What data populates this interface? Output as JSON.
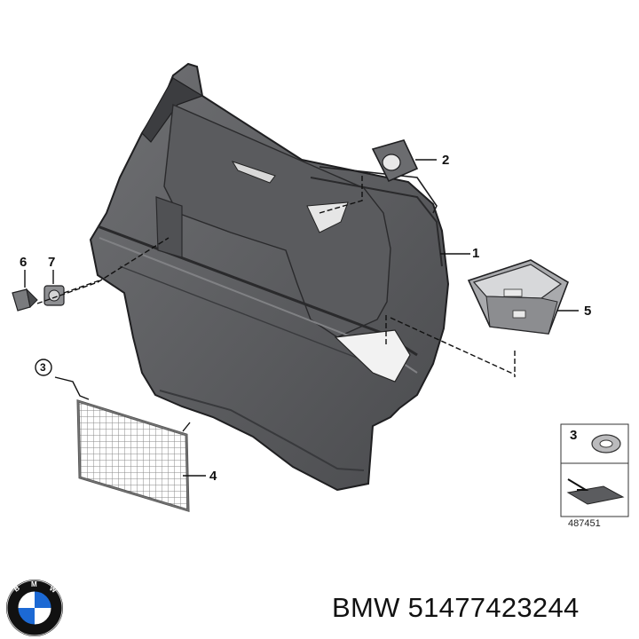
{
  "callouts": {
    "c1": "1",
    "c2": "2",
    "c3": "3",
    "c4": "4",
    "c5": "5",
    "c6": "6",
    "c7": "7"
  },
  "legend": {
    "item_label": "3",
    "ref_number": "487451"
  },
  "logo": {
    "letters": "BMW",
    "colors": {
      "blue": "#1c69d4",
      "white": "#ffffff",
      "black": "#111111"
    }
  },
  "caption": "BMW 51477423244",
  "colors": {
    "panel_dark": "#4b4c4f",
    "panel_mid": "#67686b",
    "panel_light": "#8a8b8e",
    "outline": "#1f1f21",
    "net": "#8a8a8a"
  }
}
